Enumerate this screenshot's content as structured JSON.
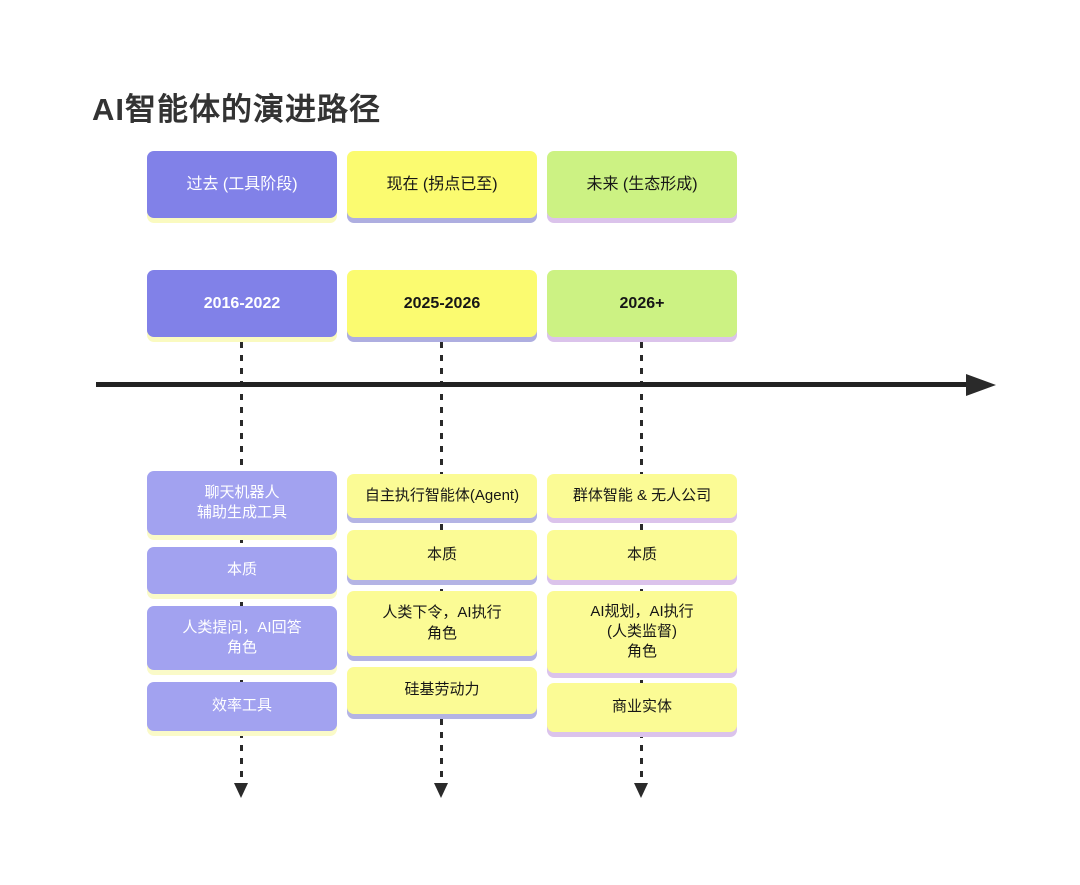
{
  "title": "AI智能体的演进路径",
  "palette": {
    "purple_header": "#8181e8",
    "purple_body": "#a2a2f0",
    "yellow_header": "#fbfb70",
    "yellow_body": "#fbfb95",
    "green_header": "#ccf283",
    "shadow_pale_yellow": "#fafac8",
    "shadow_periwinkle": "#b4b4e4",
    "shadow_lavender_pink": "#dbc3eb",
    "axis_color": "#222222",
    "title_color": "#333333"
  },
  "columns": [
    {
      "stage": "过去 (工具阶段)",
      "period": "2016-2022",
      "items": [
        {
          "lines": [
            "聊天机器人",
            "辅助生成工具"
          ]
        },
        {
          "lines": [
            "本质"
          ]
        },
        {
          "lines": [
            "人类提问，AI回答",
            "角色"
          ]
        },
        {
          "lines": [
            "效率工具"
          ]
        }
      ]
    },
    {
      "stage": "现在 (拐点已至)",
      "period": "2025-2026",
      "items": [
        {
          "lines": [
            "自主执行智能体(Agent)"
          ]
        },
        {
          "lines": [
            "本质"
          ]
        },
        {
          "lines": [
            "人类下令，AI执行",
            "角色"
          ]
        },
        {
          "lines": [
            "硅基劳动力"
          ]
        }
      ]
    },
    {
      "stage": "未来 (生态形成)",
      "period": "2026+",
      "items": [
        {
          "lines": [
            "群体智能 & 无人公司"
          ]
        },
        {
          "lines": [
            "本质"
          ]
        },
        {
          "lines": [
            "AI规划，AI执行",
            "(人类监督)",
            "角色"
          ]
        },
        {
          "lines": [
            "商业实体"
          ]
        }
      ]
    }
  ]
}
